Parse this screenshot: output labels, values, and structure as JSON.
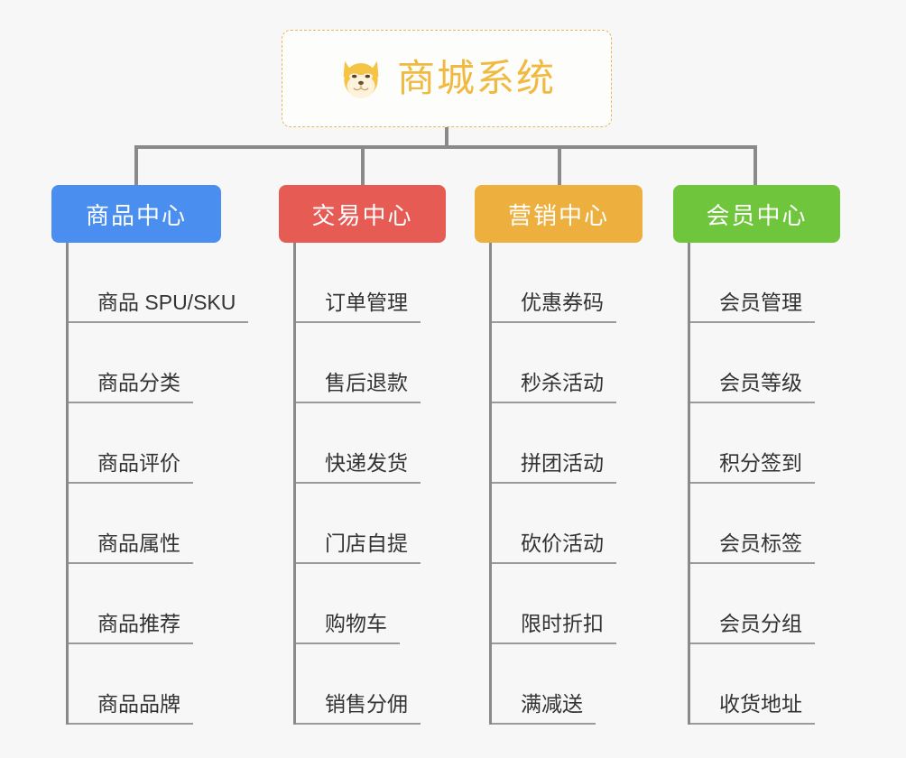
{
  "diagram": {
    "type": "mindmap",
    "background_color": "#f7f7f7",
    "connector_color": "#8a8a8a",
    "root": {
      "title": "商城系统",
      "icon": "shiba-dog-icon",
      "text_color": "#f0b93f",
      "border_color": "#e8b661",
      "border_style": "dashed",
      "background_color": "#fdfdfc"
    },
    "branches": [
      {
        "label": "商品中心",
        "color": "#4a8ff0",
        "text_color": "#ffffff",
        "items": [
          "商品 SPU/SKU",
          "商品分类",
          "商品评价",
          "商品属性",
          "商品推荐",
          "商品品牌"
        ]
      },
      {
        "label": "交易中心",
        "color": "#e75b55",
        "text_color": "#ffffff",
        "items": [
          "订单管理",
          "售后退款",
          "快递发货",
          "门店自提",
          "购物车",
          "销售分佣"
        ]
      },
      {
        "label": "营销中心",
        "color": "#edaf3e",
        "text_color": "#ffffff",
        "items": [
          "优惠券码",
          "秒杀活动",
          "拼团活动",
          "砍价活动",
          "限时折扣",
          "满减送"
        ]
      },
      {
        "label": "会员中心",
        "color": "#6fc53c",
        "text_color": "#ffffff",
        "items": [
          "会员管理",
          "会员等级",
          "积分签到",
          "会员标签",
          "会员分组",
          "收货地址"
        ]
      }
    ]
  }
}
